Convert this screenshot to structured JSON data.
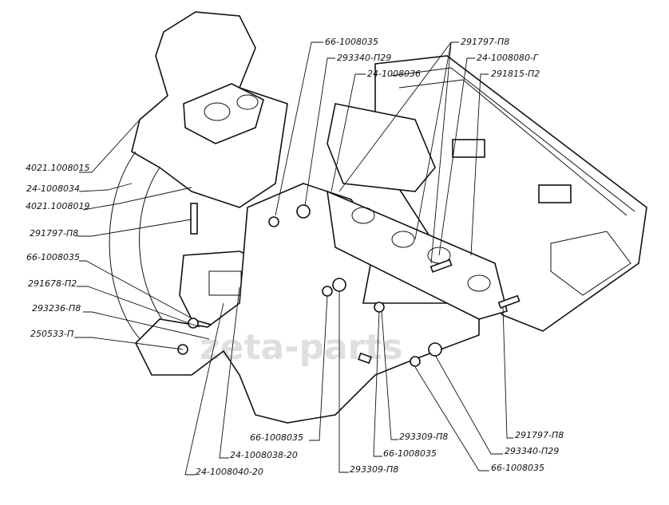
{
  "watermark": "zeta-parts",
  "labels": {
    "top": [
      "66-1008035",
      "293340-П29",
      "24-1008036",
      "291797-П8",
      "24-1008080-Г",
      "291815-П2"
    ],
    "left": [
      "4021.1008015",
      "24-1008034",
      "4021.1008019",
      "291797-П8",
      "66-1008035",
      "291678-П2",
      "293236-П8",
      "250533-П"
    ],
    "bottom": [
      "66-1008035",
      "24-1008038-20",
      "24-1008040-20",
      "293309-П8",
      "66-1008035",
      "293309-П8",
      "66-1008035",
      "293340-П29",
      "291797-П8"
    ]
  }
}
